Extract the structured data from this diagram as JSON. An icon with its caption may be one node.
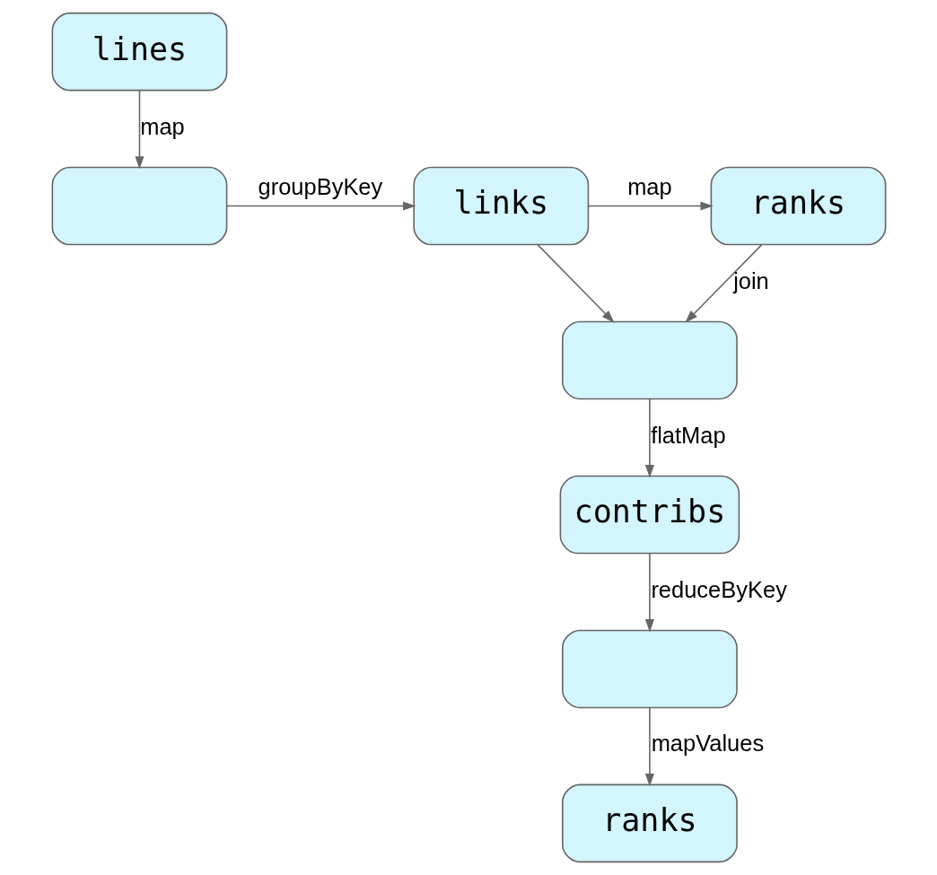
{
  "diagram": {
    "nodes": [
      {
        "text": [
          "lines"
        ]
      },
      {
        "text": [],
        "shape": "box"
      },
      {
        "text": [
          "links"
        ]
      },
      {
        "text": [
          "ranks"
        ]
      },
      {
        "text": [],
        "shape": "box"
      },
      {
        "text": [
          "contribs"
        ]
      },
      {
        "text": [],
        "shape": "box"
      },
      {
        "text": [
          "ranks"
        ]
      }
    ],
    "edges": [
      {
        "from": 0,
        "to": 1,
        "arrow": "to",
        "label": "map"
      },
      {
        "from": 1,
        "to": 2,
        "arrow": "to",
        "label": "groupByKey"
      },
      {
        "from": 2,
        "to": 3,
        "arrow": "to",
        "label": "map"
      },
      {
        "from": 3,
        "to": 4,
        "arrow": "to",
        "label": "join"
      },
      {
        "from": 2,
        "to": 4,
        "arrow": "to"
      },
      {
        "from": 4,
        "to": 5,
        "arrow": "to",
        "label": "flatMap"
      },
      {
        "from": 5,
        "to": 6,
        "arrow": "to",
        "label": "reduceByKey"
      },
      {
        "from": 6,
        "to": 7,
        "arrow": "to",
        "label": "mapValues"
      }
    ]
  }
}
